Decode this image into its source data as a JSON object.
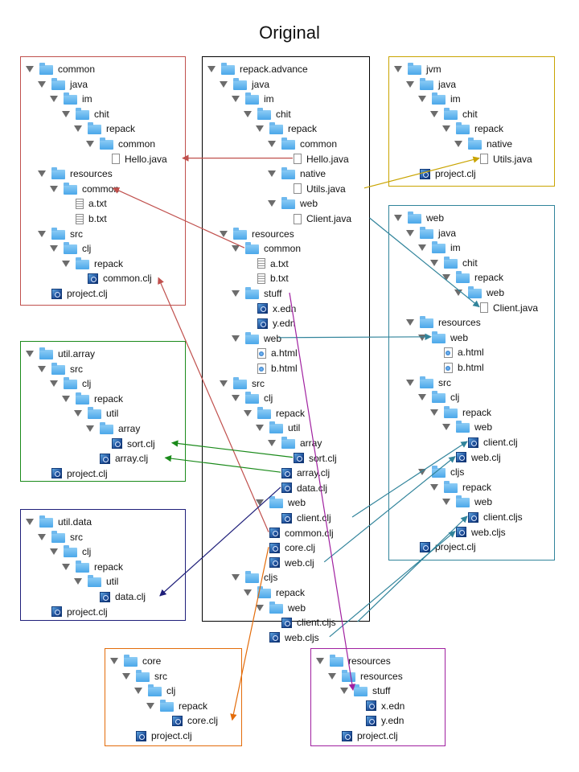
{
  "heading": "Original",
  "colors": {
    "red": "#c0504d",
    "yellow": "#c9a400",
    "teal": "#31849b",
    "green": "#1a8a1a",
    "navy": "#1f1f7a",
    "orange": "#e36c0a",
    "purple": "#a020a0",
    "black": "#000000"
  },
  "panels": [
    {
      "id": "common",
      "color": "#c0504d",
      "items": [
        {
          "label": "common",
          "type": "folder",
          "level": 0,
          "toggle": true
        },
        {
          "label": "java",
          "type": "folder",
          "level": 1,
          "toggle": true
        },
        {
          "label": "im",
          "type": "folder",
          "level": 2,
          "toggle": true
        },
        {
          "label": "chit",
          "type": "folder",
          "level": 3,
          "toggle": true
        },
        {
          "label": "repack",
          "type": "folder",
          "level": 4,
          "toggle": true
        },
        {
          "label": "common",
          "type": "folder",
          "level": 5,
          "toggle": true
        },
        {
          "label": "Hello.java",
          "type": "java",
          "level": 6
        },
        {
          "label": "resources",
          "type": "folder",
          "level": 1,
          "toggle": true
        },
        {
          "label": "common",
          "type": "folder",
          "level": 2,
          "toggle": true
        },
        {
          "label": "a.txt",
          "type": "txt",
          "level": 3
        },
        {
          "label": "b.txt",
          "type": "txt",
          "level": 3
        },
        {
          "label": "src",
          "type": "folder",
          "level": 1,
          "toggle": true
        },
        {
          "label": "clj",
          "type": "folder",
          "level": 2,
          "toggle": true
        },
        {
          "label": "repack",
          "type": "folder",
          "level": 3,
          "toggle": true
        },
        {
          "label": "common.clj",
          "type": "clj",
          "level": 4
        },
        {
          "label": "project.clj",
          "type": "clj",
          "level": 1
        }
      ]
    },
    {
      "id": "repack-advance",
      "color": "#000000",
      "items": [
        {
          "label": "repack.advance",
          "type": "folder",
          "level": 0,
          "toggle": true
        },
        {
          "label": "java",
          "type": "folder",
          "level": 1,
          "toggle": true
        },
        {
          "label": "im",
          "type": "folder",
          "level": 2,
          "toggle": true
        },
        {
          "label": "chit",
          "type": "folder",
          "level": 3,
          "toggle": true
        },
        {
          "label": "repack",
          "type": "folder",
          "level": 4,
          "toggle": true
        },
        {
          "label": "common",
          "type": "folder",
          "level": 5,
          "toggle": true
        },
        {
          "label": "Hello.java",
          "type": "java",
          "level": 6
        },
        {
          "label": "native",
          "type": "folder",
          "level": 5,
          "toggle": true
        },
        {
          "label": "Utils.java",
          "type": "java",
          "level": 6
        },
        {
          "label": "web",
          "type": "folder",
          "level": 5,
          "toggle": true
        },
        {
          "label": "Client.java",
          "type": "java",
          "level": 6
        },
        {
          "label": "resources",
          "type": "folder",
          "level": 1,
          "toggle": true
        },
        {
          "label": "common",
          "type": "folder",
          "level": 2,
          "toggle": true
        },
        {
          "label": "a.txt",
          "type": "txt",
          "level": 3
        },
        {
          "label": "b.txt",
          "type": "txt",
          "level": 3
        },
        {
          "label": "stuff",
          "type": "folder",
          "level": 2,
          "toggle": true
        },
        {
          "label": "x.edn",
          "type": "clj",
          "level": 3
        },
        {
          "label": "y.edn",
          "type": "clj",
          "level": 3
        },
        {
          "label": "web",
          "type": "folder",
          "level": 2,
          "toggle": true
        },
        {
          "label": "a.html",
          "type": "html",
          "level": 3
        },
        {
          "label": "b.html",
          "type": "html",
          "level": 3
        },
        {
          "label": "src",
          "type": "folder",
          "level": 1,
          "toggle": true
        },
        {
          "label": "clj",
          "type": "folder",
          "level": 2,
          "toggle": true
        },
        {
          "label": "repack",
          "type": "folder",
          "level": 3,
          "toggle": true
        },
        {
          "label": "util",
          "type": "folder",
          "level": 4,
          "toggle": true
        },
        {
          "label": "array",
          "type": "folder",
          "level": 5,
          "toggle": true
        },
        {
          "label": "sort.clj",
          "type": "clj",
          "level": 6
        },
        {
          "label": "array.clj",
          "type": "clj",
          "level": 5
        },
        {
          "label": "data.clj",
          "type": "clj",
          "level": 5
        },
        {
          "label": "web",
          "type": "folder",
          "level": 4,
          "toggle": true
        },
        {
          "label": "client.clj",
          "type": "clj",
          "level": 5
        },
        {
          "label": "common.clj",
          "type": "clj",
          "level": 4
        },
        {
          "label": "core.clj",
          "type": "clj",
          "level": 4
        },
        {
          "label": "web.clj",
          "type": "clj",
          "level": 4
        },
        {
          "label": "cljs",
          "type": "folder",
          "level": 2,
          "toggle": true
        },
        {
          "label": "repack",
          "type": "folder",
          "level": 3,
          "toggle": true
        },
        {
          "label": "web",
          "type": "folder",
          "level": 4,
          "toggle": true
        },
        {
          "label": "client.cljs",
          "type": "clj",
          "level": 5
        },
        {
          "label": "web.cljs",
          "type": "clj",
          "level": 4
        }
      ]
    },
    {
      "id": "jvm",
      "color": "#c9a400",
      "items": [
        {
          "label": "jvm",
          "type": "folder",
          "level": 0,
          "toggle": true
        },
        {
          "label": "java",
          "type": "folder",
          "level": 1,
          "toggle": true
        },
        {
          "label": "im",
          "type": "folder",
          "level": 2,
          "toggle": true
        },
        {
          "label": "chit",
          "type": "folder",
          "level": 3,
          "toggle": true
        },
        {
          "label": "repack",
          "type": "folder",
          "level": 4,
          "toggle": true
        },
        {
          "label": "native",
          "type": "folder",
          "level": 5,
          "toggle": true
        },
        {
          "label": "Utils.java",
          "type": "java",
          "level": 6
        },
        {
          "label": "project.clj",
          "type": "clj",
          "level": 1
        }
      ]
    },
    {
      "id": "web",
      "color": "#31849b",
      "items": [
        {
          "label": "web",
          "type": "folder",
          "level": 0,
          "toggle": true
        },
        {
          "label": "java",
          "type": "folder",
          "level": 1,
          "toggle": true
        },
        {
          "label": "im",
          "type": "folder",
          "level": 2,
          "toggle": true
        },
        {
          "label": "chit",
          "type": "folder",
          "level": 3,
          "toggle": true
        },
        {
          "label": "repack",
          "type": "folder",
          "level": 4,
          "toggle": true
        },
        {
          "label": "web",
          "type": "folder",
          "level": 5,
          "toggle": true
        },
        {
          "label": "Client.java",
          "type": "java",
          "level": 6
        },
        {
          "label": "resources",
          "type": "folder",
          "level": 1,
          "toggle": true
        },
        {
          "label": "web",
          "type": "folder",
          "level": 2,
          "toggle": true
        },
        {
          "label": "a.html",
          "type": "html",
          "level": 3
        },
        {
          "label": "b.html",
          "type": "html",
          "level": 3
        },
        {
          "label": "src",
          "type": "folder",
          "level": 1,
          "toggle": true
        },
        {
          "label": "clj",
          "type": "folder",
          "level": 2,
          "toggle": true
        },
        {
          "label": "repack",
          "type": "folder",
          "level": 3,
          "toggle": true
        },
        {
          "label": "web",
          "type": "folder",
          "level": 4,
          "toggle": true
        },
        {
          "label": "client.clj",
          "type": "clj",
          "level": 5
        },
        {
          "label": "web.clj",
          "type": "clj",
          "level": 4
        },
        {
          "label": "cljs",
          "type": "folder",
          "level": 2,
          "toggle": true
        },
        {
          "label": "repack",
          "type": "folder",
          "level": 3,
          "toggle": true
        },
        {
          "label": "web",
          "type": "folder",
          "level": 4,
          "toggle": true
        },
        {
          "label": "client.cljs",
          "type": "clj",
          "level": 5
        },
        {
          "label": "web.cljs",
          "type": "clj",
          "level": 4
        },
        {
          "label": "project.clj",
          "type": "clj",
          "level": 1
        }
      ]
    },
    {
      "id": "util-array",
      "color": "#1a8a1a",
      "items": [
        {
          "label": "util.array",
          "type": "folder",
          "level": 0,
          "toggle": true
        },
        {
          "label": "src",
          "type": "folder",
          "level": 1,
          "toggle": true
        },
        {
          "label": "clj",
          "type": "folder",
          "level": 2,
          "toggle": true
        },
        {
          "label": "repack",
          "type": "folder",
          "level": 3,
          "toggle": true
        },
        {
          "label": "util",
          "type": "folder",
          "level": 4,
          "toggle": true
        },
        {
          "label": "array",
          "type": "folder",
          "level": 5,
          "toggle": true
        },
        {
          "label": "sort.clj",
          "type": "clj",
          "level": 6
        },
        {
          "label": "array.clj",
          "type": "clj",
          "level": 5
        },
        {
          "label": "project.clj",
          "type": "clj",
          "level": 1
        }
      ]
    },
    {
      "id": "util-data",
      "color": "#1f1f7a",
      "items": [
        {
          "label": "util.data",
          "type": "folder",
          "level": 0,
          "toggle": true
        },
        {
          "label": "src",
          "type": "folder",
          "level": 1,
          "toggle": true
        },
        {
          "label": "clj",
          "type": "folder",
          "level": 2,
          "toggle": true
        },
        {
          "label": "repack",
          "type": "folder",
          "level": 3,
          "toggle": true
        },
        {
          "label": "util",
          "type": "folder",
          "level": 4,
          "toggle": true
        },
        {
          "label": "data.clj",
          "type": "clj",
          "level": 5
        },
        {
          "label": "project.clj",
          "type": "clj",
          "level": 1
        }
      ]
    },
    {
      "id": "core",
      "color": "#e36c0a",
      "items": [
        {
          "label": "core",
          "type": "folder",
          "level": 0,
          "toggle": true
        },
        {
          "label": "src",
          "type": "folder",
          "level": 1,
          "toggle": true
        },
        {
          "label": "clj",
          "type": "folder",
          "level": 2,
          "toggle": true
        },
        {
          "label": "repack",
          "type": "folder",
          "level": 3,
          "toggle": true
        },
        {
          "label": "core.clj",
          "type": "clj",
          "level": 4
        },
        {
          "label": "project.clj",
          "type": "clj",
          "level": 1
        }
      ]
    },
    {
      "id": "resources",
      "color": "#a020a0",
      "items": [
        {
          "label": "resources",
          "type": "folder",
          "level": 0,
          "toggle": true
        },
        {
          "label": "resources",
          "type": "folder",
          "level": 1,
          "toggle": true
        },
        {
          "label": "stuff",
          "type": "folder",
          "level": 2,
          "toggle": true
        },
        {
          "label": "x.edn",
          "type": "clj",
          "level": 3
        },
        {
          "label": "y.edn",
          "type": "clj",
          "level": 3
        },
        {
          "label": "project.clj",
          "type": "clj",
          "level": 1
        }
      ]
    }
  ],
  "arrows": [
    {
      "from": "repack-advance:6",
      "to": "common:6",
      "color": "#c0504d"
    },
    {
      "from": "repack-advance:12",
      "to": "common:8",
      "color": "#c0504d"
    },
    {
      "from": "repack-advance:31",
      "to": "common:14",
      "color": "#c0504d"
    },
    {
      "from": "repack-advance:8",
      "to": "jvm:6",
      "color": "#c9a400"
    },
    {
      "from": "repack-advance:10",
      "to": "web:6",
      "color": "#31849b"
    },
    {
      "from": "repack-advance:18",
      "to": "web:8",
      "color": "#31849b"
    },
    {
      "from": "repack-advance:30",
      "to": "web:15",
      "color": "#31849b"
    },
    {
      "from": "repack-advance:33",
      "to": "web:16",
      "color": "#31849b"
    },
    {
      "from": "repack-advance:37",
      "to": "web:20",
      "color": "#31849b"
    },
    {
      "from": "repack-advance:38",
      "to": "web:21",
      "color": "#31849b"
    },
    {
      "from": "repack-advance:26",
      "to": "util-array:6",
      "color": "#1a8a1a"
    },
    {
      "from": "repack-advance:27",
      "to": "util-array:7",
      "color": "#1a8a1a"
    },
    {
      "from": "repack-advance:28",
      "to": "util-data:5",
      "color": "#1f1f7a"
    },
    {
      "from": "repack-advance:32",
      "to": "core:4",
      "color": "#e36c0a"
    },
    {
      "from": "repack-advance:15",
      "to": "resources:2",
      "color": "#a020a0"
    }
  ]
}
